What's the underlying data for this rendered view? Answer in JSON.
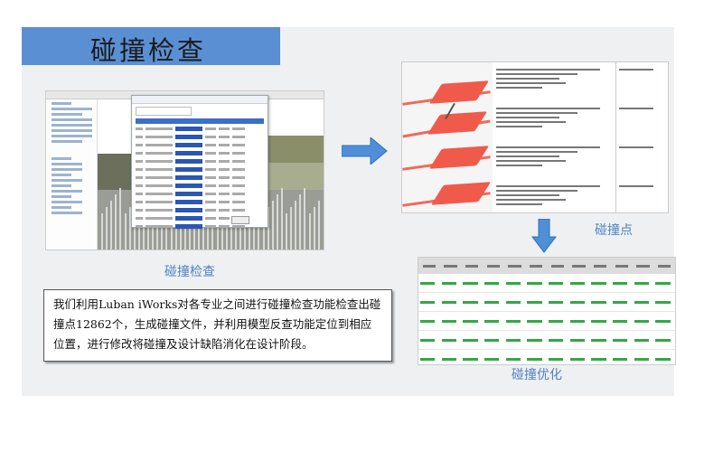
{
  "slide": {
    "title": "碰撞检查",
    "caption_check": "碰撞检查",
    "caption_points": "碰撞点",
    "caption_optimize": "碰撞优化",
    "description": "我们利用Luban iWorks对各专业之间进行碰撞检查功能检查出碰撞点12862个，生成碰撞文件，并利用模型反查功能定位到相应位置，进行修改将碰撞及设计缺陷消化在设计阶段。"
  },
  "colors": {
    "title_bar": "#5b8fd3",
    "caption": "#4f82c4",
    "arrow": "#4f8fd8",
    "table_text": "#1e9a2e"
  },
  "icons": [
    "arrow-right-icon",
    "arrow-down-icon"
  ]
}
